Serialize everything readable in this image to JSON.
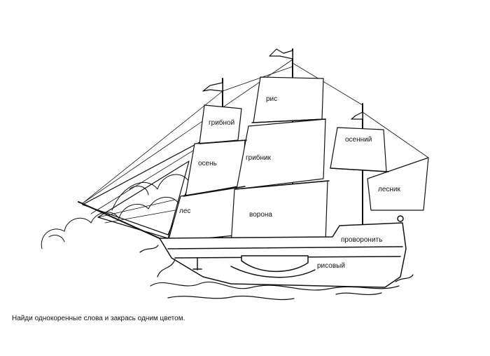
{
  "labels": {
    "ris": "рис",
    "gribnoy": "грибной",
    "osennij": "осенний",
    "osen": "осень",
    "gribnik": "грибник",
    "lesnik": "лесник",
    "les": "лес",
    "vorona": "ворона",
    "provoronit": "проворонить",
    "risovyj": "рисовый"
  },
  "instruction": "Найди однокоренные слова и закрась одним цветом."
}
